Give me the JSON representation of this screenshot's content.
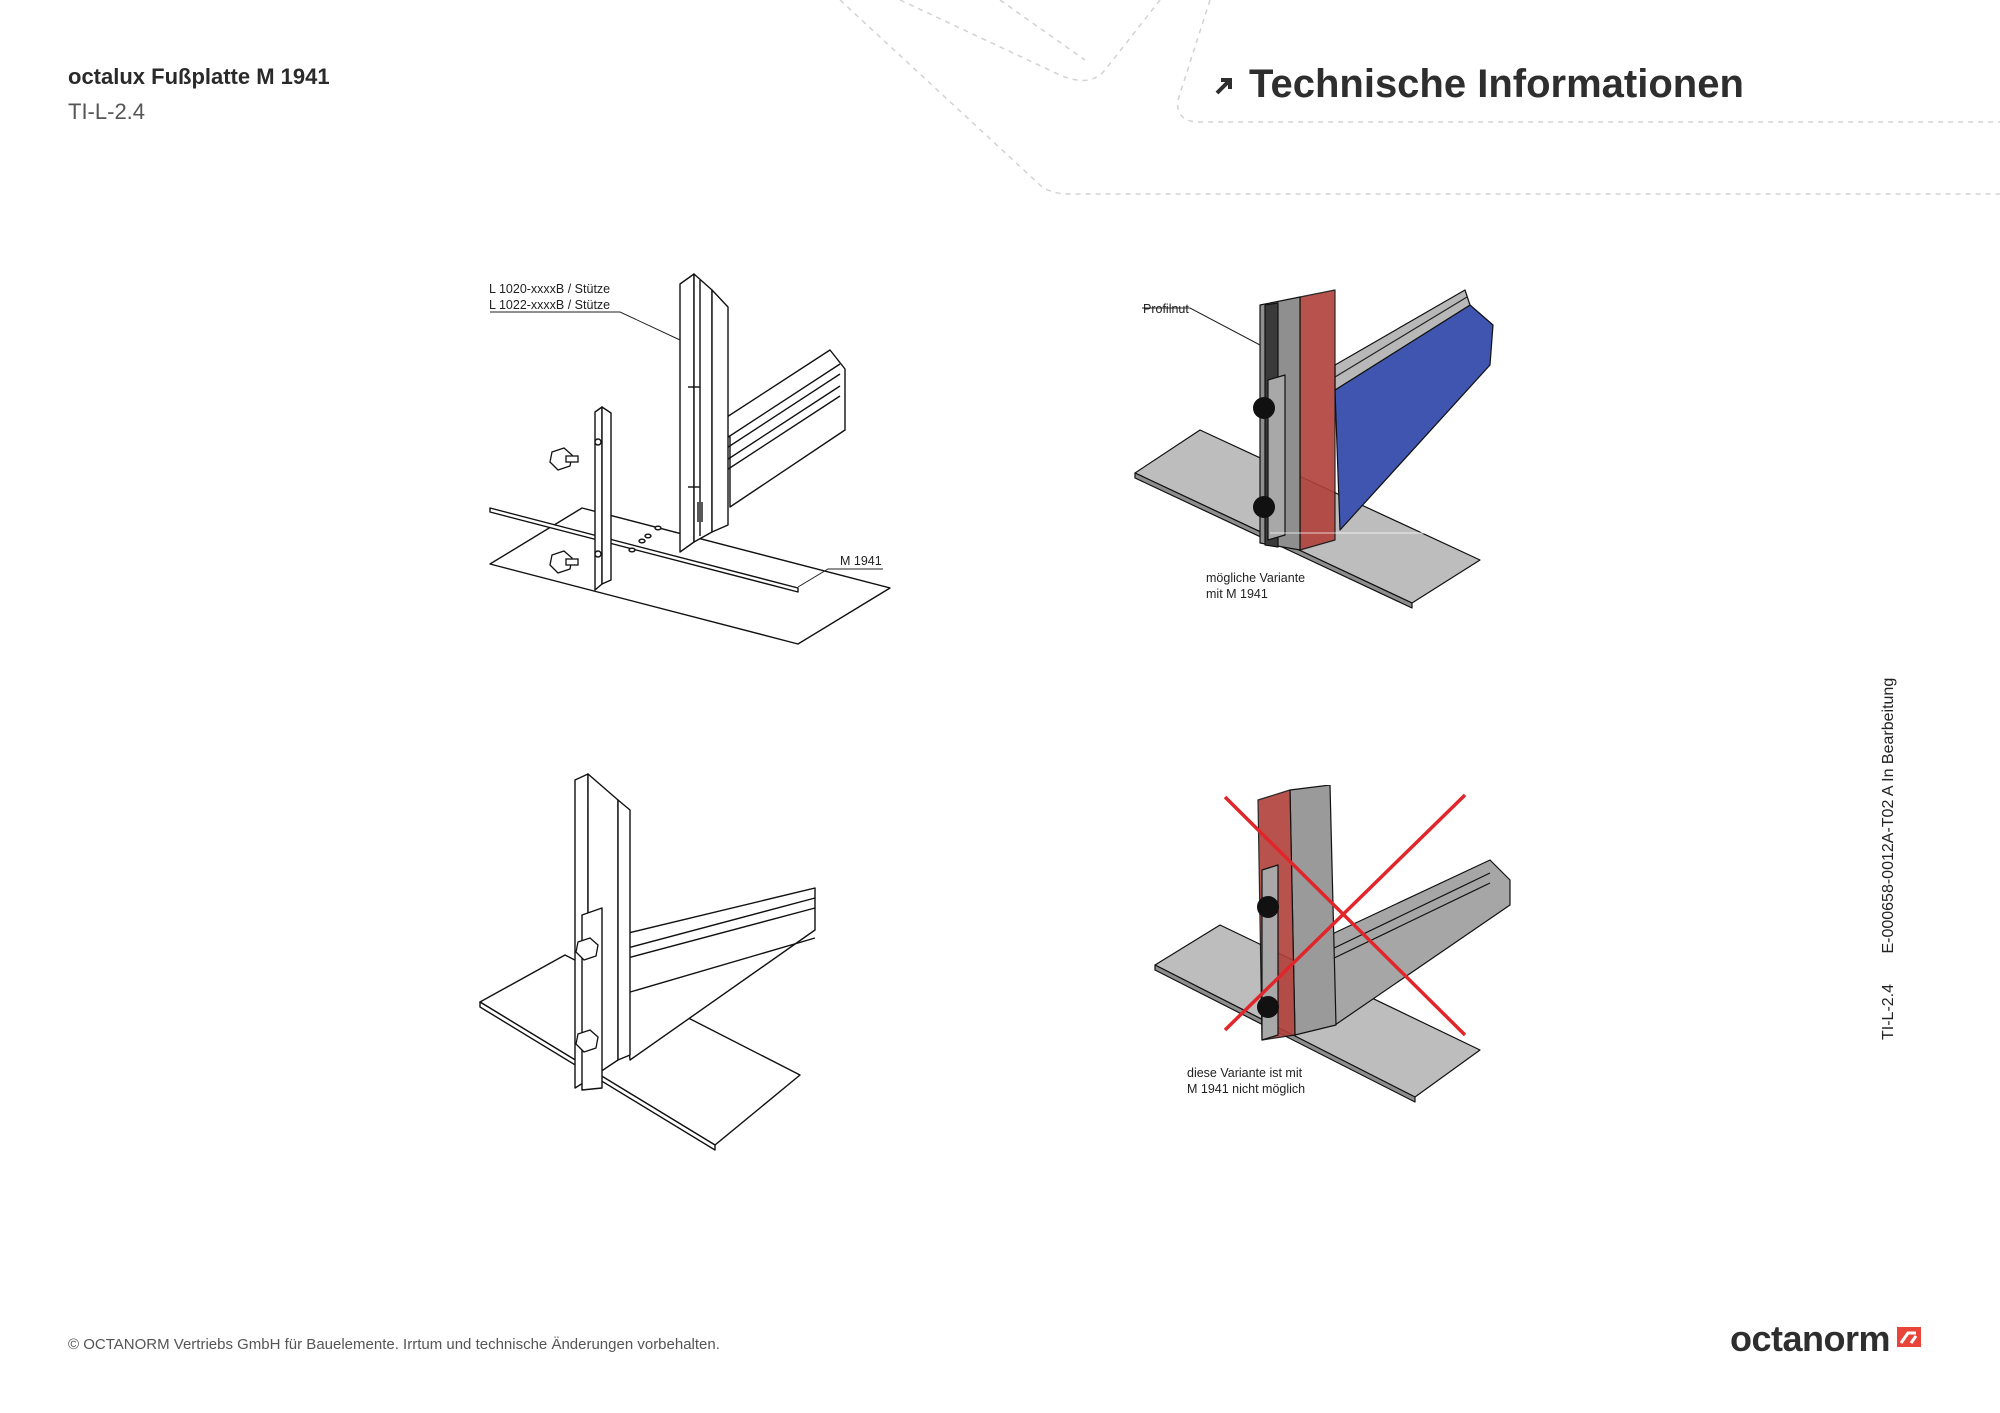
{
  "header": {
    "product_title": "octalux Fußplatte M 1941",
    "doc_code": "TI-L-2.4",
    "section_heading": "Technische Informationen"
  },
  "figures": {
    "top_left": {
      "callout_support_line1": "L 1020-xxxxB / Stütze",
      "callout_support_line2": "L 1022-xxxxB / Stütze",
      "callout_plate": "M 1941"
    },
    "top_right": {
      "callout_groove": "Profilnut",
      "note_line1": "mögliche Variante",
      "note_line2": "mit M 1941"
    },
    "bottom_right": {
      "note_line1": "diese Variante ist mit",
      "note_line2": "M 1941 nicht möglich"
    }
  },
  "side_meta": {
    "doc_code": "TI-L-2.4",
    "drawing_ref": "E-000658-0012A-T02 A In Bearbeitung"
  },
  "footer": {
    "copyright": "© OCTANORM Vertriebs GmbH für Bauelemente. Irrtum und technische Änderungen vorbehalten.",
    "brand": "octanorm"
  },
  "colors": {
    "highlight_red": "#b0403a",
    "highlight_blue": "#3f55b0",
    "cross_red": "#e0262a",
    "plate_grey": "#b8b8b8",
    "brand_red": "#e8443a"
  }
}
